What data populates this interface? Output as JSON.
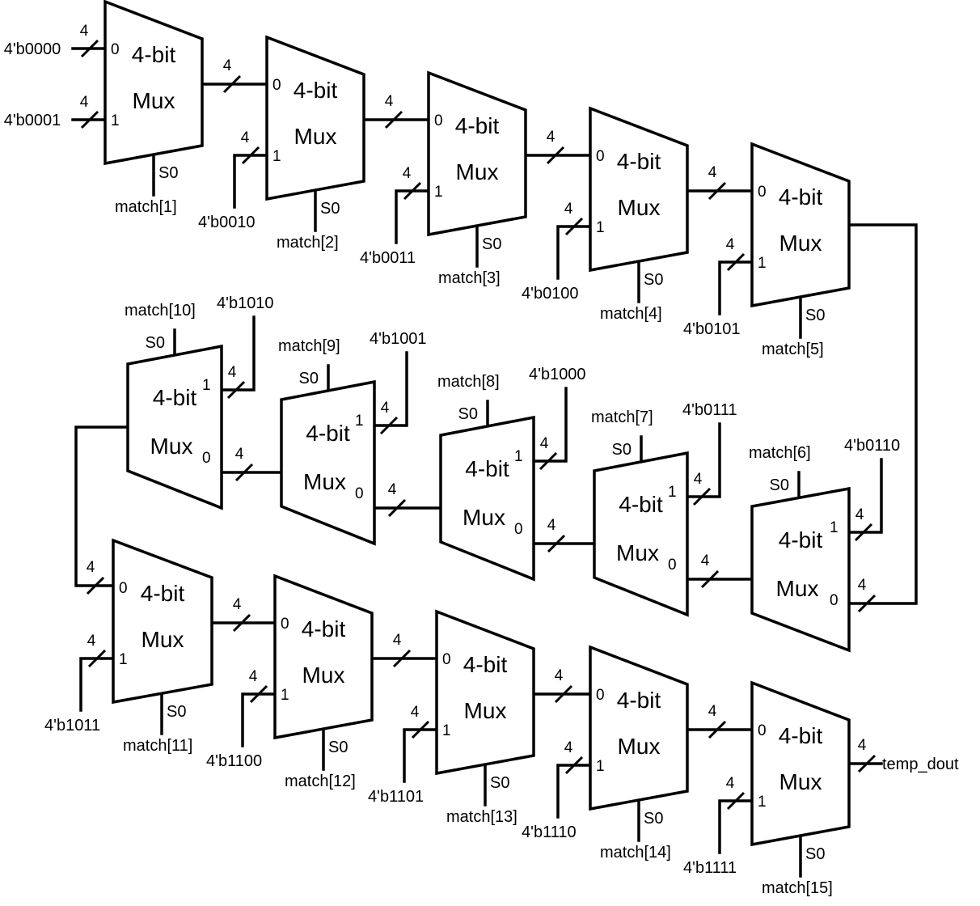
{
  "diagram": {
    "mux_title_line1": "4-bit",
    "mux_title_line2": "Mux",
    "select_label": "S0",
    "bus_width": "4",
    "pin0": "0",
    "pin1": "1",
    "muxes": [
      {
        "id": 1,
        "select": "match[1]",
        "in0": "4'b0000",
        "in1": "4'b0001"
      },
      {
        "id": 2,
        "select": "match[2]",
        "in1": "4'b0010"
      },
      {
        "id": 3,
        "select": "match[3]",
        "in1": "4'b0011"
      },
      {
        "id": 4,
        "select": "match[4]",
        "in1": "4'b0100"
      },
      {
        "id": 5,
        "select": "match[5]",
        "in1": "4'b0101"
      },
      {
        "id": 6,
        "select": "match[6]",
        "in1": "4'b0110"
      },
      {
        "id": 7,
        "select": "match[7]",
        "in1": "4'b0111"
      },
      {
        "id": 8,
        "select": "match[8]",
        "in1": "4'b1000"
      },
      {
        "id": 9,
        "select": "match[9]",
        "in1": "4'b1001"
      },
      {
        "id": 10,
        "select": "match[10]",
        "in1": "4'b1010"
      },
      {
        "id": 11,
        "select": "match[11]",
        "in1": "4'b1011"
      },
      {
        "id": 12,
        "select": "match[12]",
        "in1": "4'b1100"
      },
      {
        "id": 13,
        "select": "match[13]",
        "in1": "4'b1101"
      },
      {
        "id": 14,
        "select": "match[14]",
        "in1": "4'b1110"
      },
      {
        "id": 15,
        "select": "match[15]",
        "in1": "4'b1111"
      }
    ],
    "output_label": "temp_dout"
  }
}
